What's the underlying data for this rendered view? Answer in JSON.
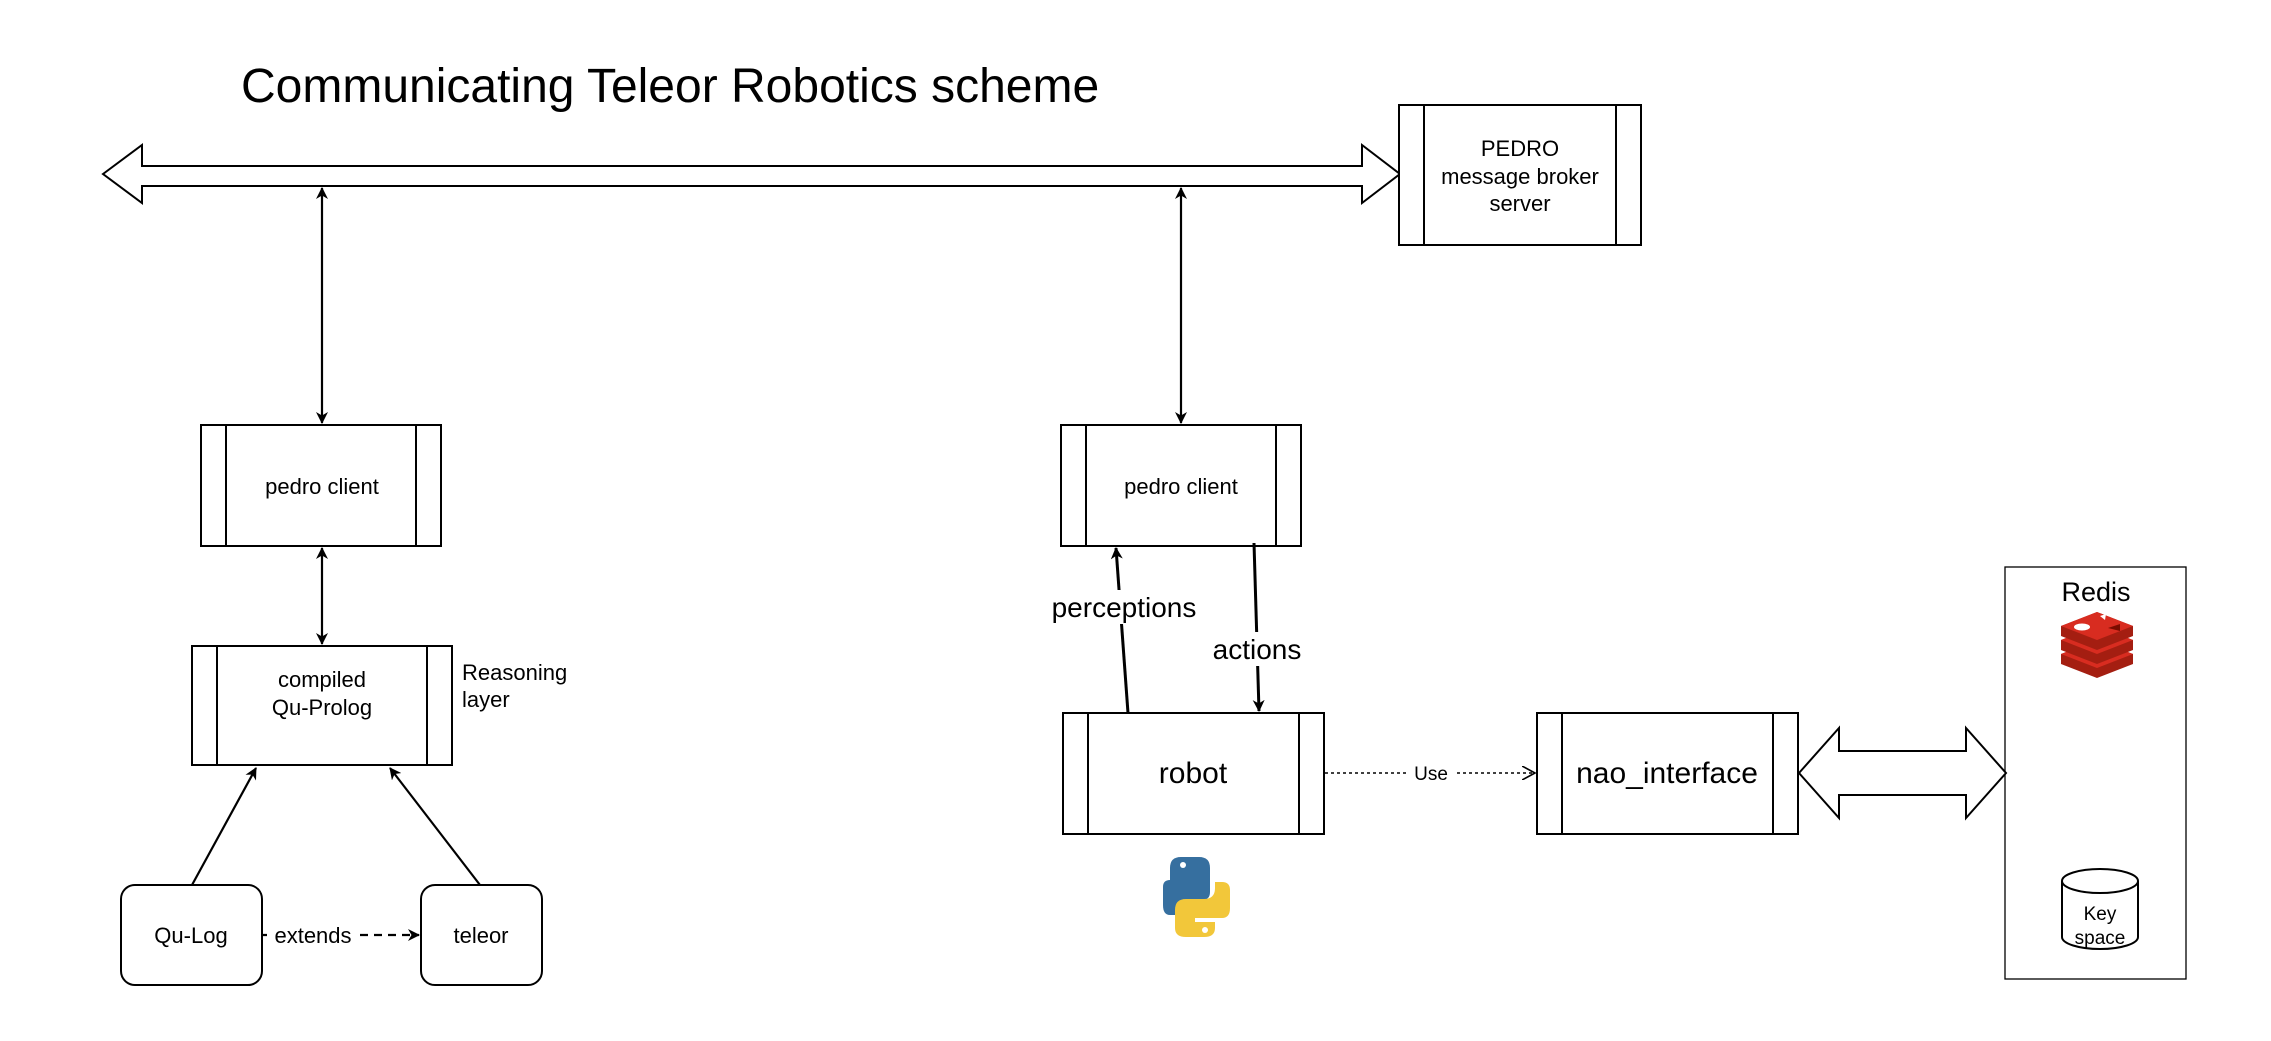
{
  "title": "Communicating Teleor Robotics scheme",
  "nodes": {
    "broker": {
      "line1": "PEDRO",
      "line2": "message broker",
      "line3": "server"
    },
    "pedro_client_left": {
      "label": "pedro client"
    },
    "pedro_client_right": {
      "label": "pedro client"
    },
    "compiled": {
      "line1": "compiled",
      "line2": "Qu-Prolog"
    },
    "reasoning_layer": {
      "line1": "Reasoning",
      "line2": "layer"
    },
    "qulog": {
      "label": "Qu-Log"
    },
    "teleor": {
      "label": "teleor"
    },
    "robot": {
      "label": "robot"
    },
    "nao_interface": {
      "label": "nao_interface"
    },
    "redis": {
      "title": "Redis"
    },
    "keyspace": {
      "line1": "Key",
      "line2": "space"
    }
  },
  "edges": {
    "extends": "extends",
    "perceptions": "perceptions",
    "actions": "actions",
    "use": "Use"
  },
  "icons": {
    "python": "python-logo-icon",
    "redis": "redis-logo-icon"
  },
  "colors": {
    "stroke": "#000000",
    "python_blue": "#366f9f",
    "python_yellow": "#f2c73a",
    "redis_red": "#d82c20",
    "redis_dark": "#a41e11"
  }
}
